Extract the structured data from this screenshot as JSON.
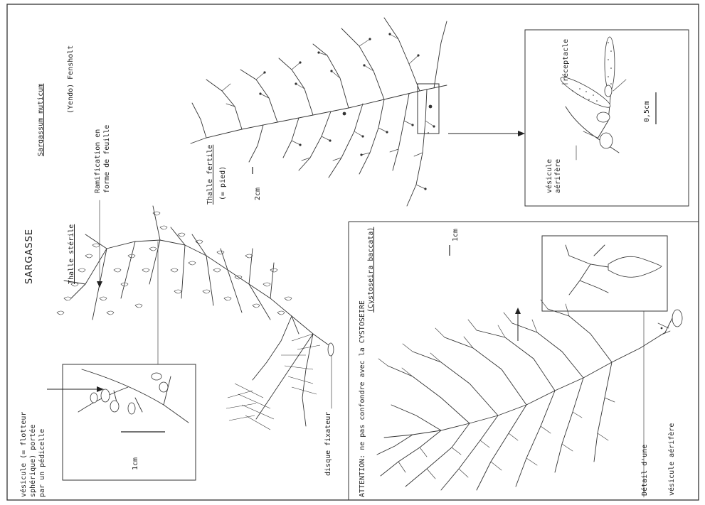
{
  "title": "SARGASSE",
  "species": {
    "name": "Sargassum muticum",
    "authority": "(Yendo) Fensholt"
  },
  "sterile": {
    "heading": "Thalle stérile",
    "ramification_line1": "Ramification en",
    "ramification_line2": "forme de feuille",
    "vesicle_line1": "vésicule (= flotteur",
    "vesicle_line2": "sphérique) portée",
    "vesicle_line3": "par un pédicelle",
    "scale_detail": "1cm",
    "disque": "disque fixateur"
  },
  "fertile": {
    "heading": "Thalle fertile",
    "pied": "(= pied)",
    "scale": "2cm",
    "receptacle": "réceptacle",
    "vesicle_line1": "vésicule",
    "vesicle_line2": "aérifère",
    "scale_detail": "0,5cm"
  },
  "cystoseira": {
    "warning": "ATTENTION: ne pas confondre avec la CYSTOSEIRE",
    "name": "(Cystoseira baccata)",
    "scale": "1cm",
    "detail_line1": "Détail d'une",
    "detail_line2": "vésicule aérifère"
  }
}
